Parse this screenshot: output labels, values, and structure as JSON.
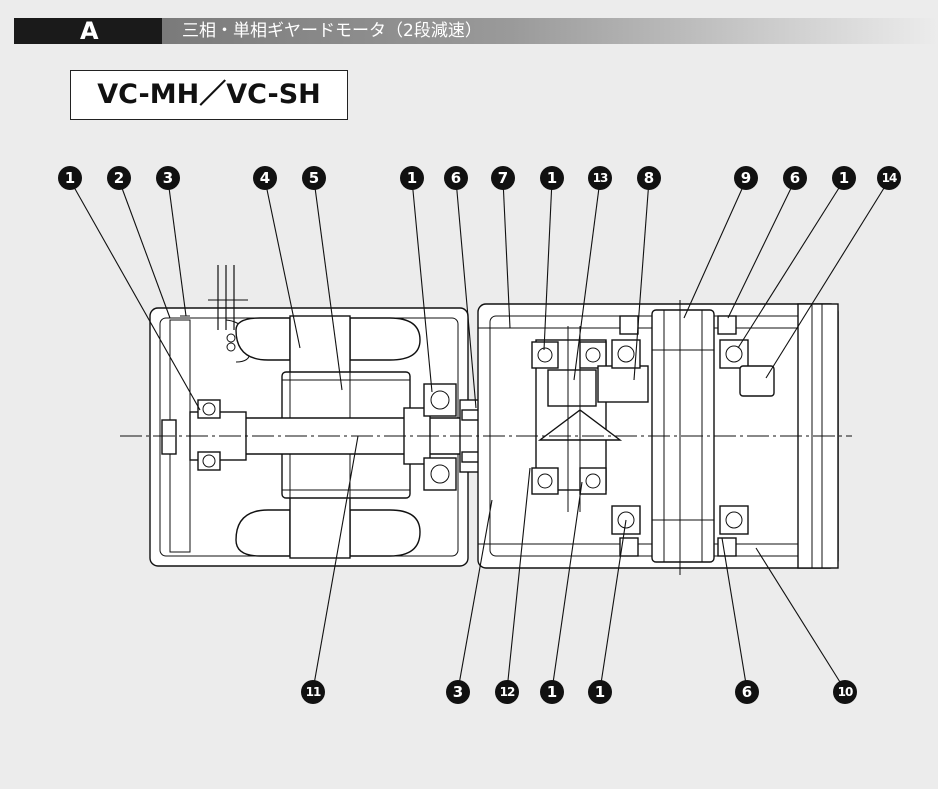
{
  "header": {
    "section_letter": "A",
    "title": "三相・単相ギヤードモータ（2段減速）"
  },
  "model": "VC-MH／VC-SH",
  "top_badges": [
    "1",
    "2",
    "3",
    "4",
    "5",
    "1",
    "6",
    "7",
    "1",
    "13",
    "8",
    "9",
    "6",
    "1",
    "14"
  ],
  "bottom_badges": [
    "11",
    "3",
    "12",
    "1",
    "1",
    "6",
    "10"
  ]
}
